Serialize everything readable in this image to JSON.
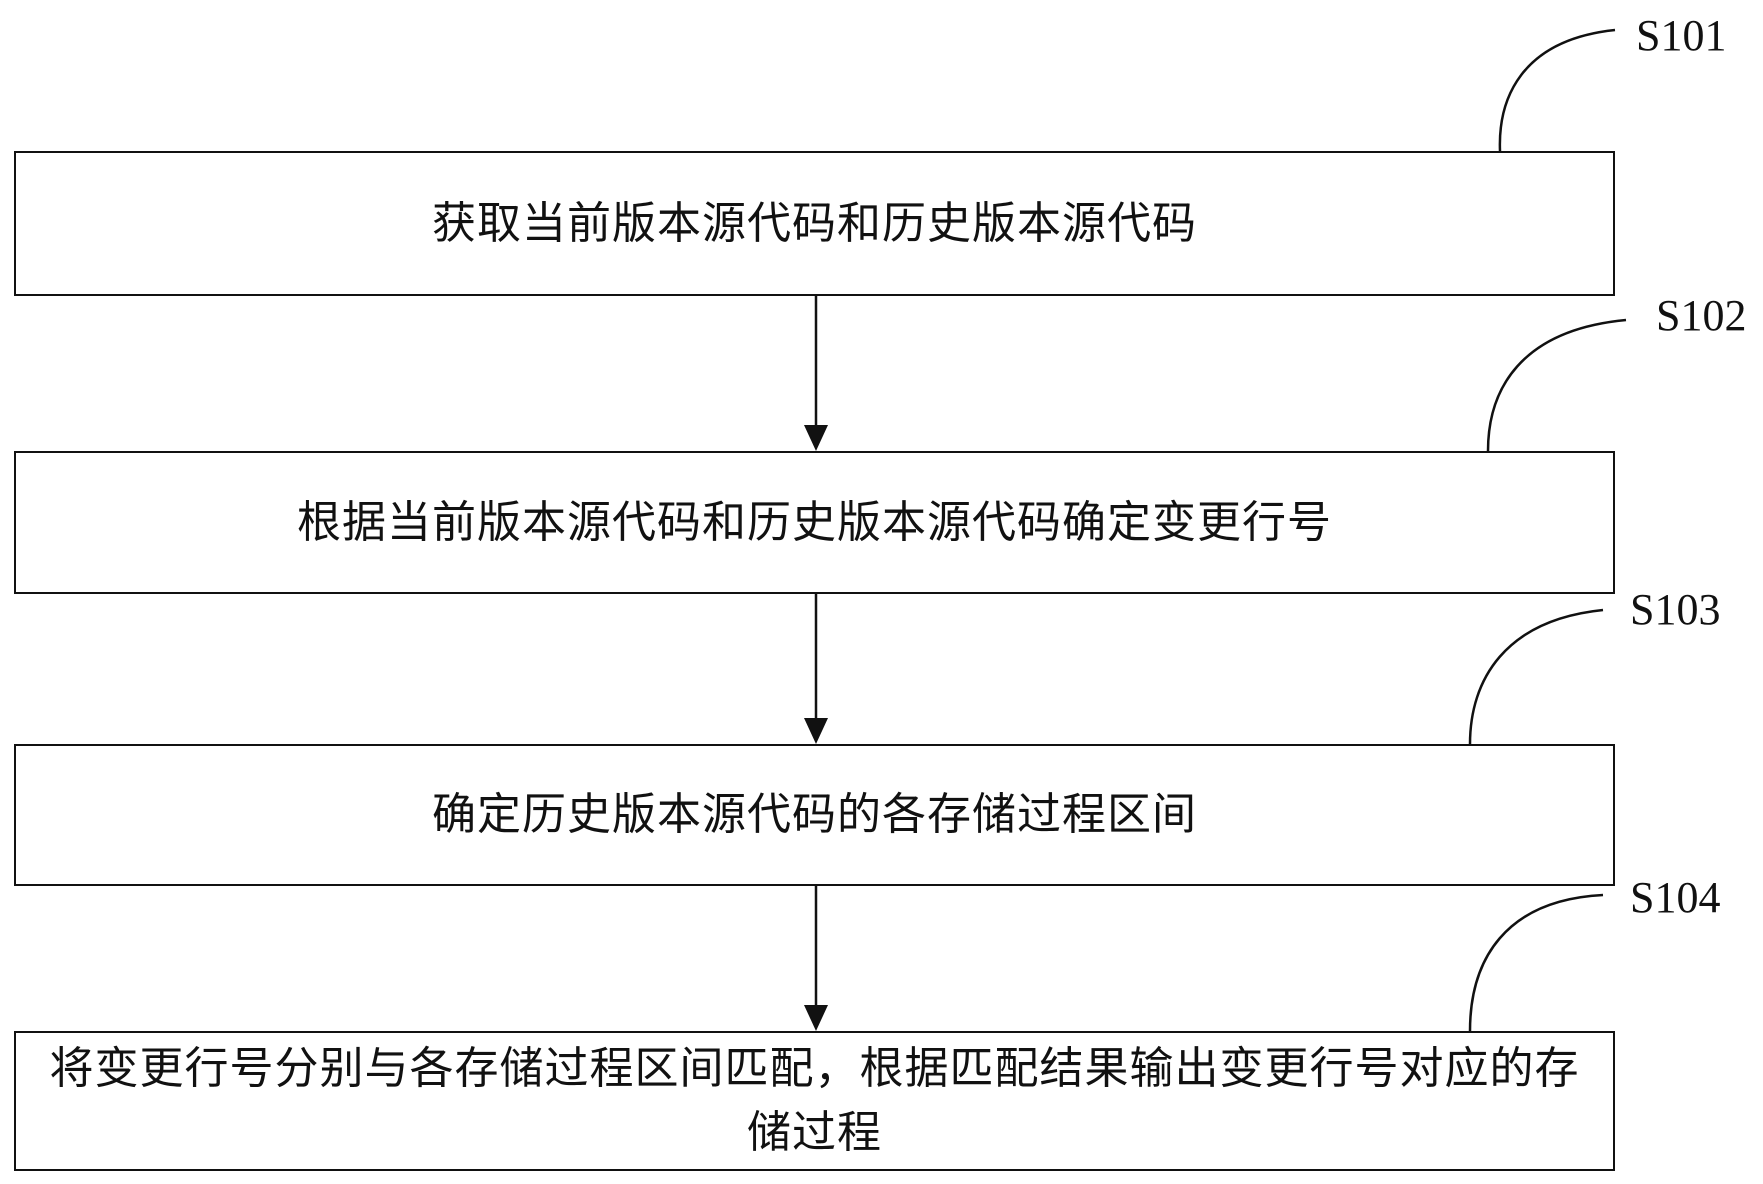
{
  "diagram": {
    "steps": [
      {
        "id": "S101",
        "label": "S101",
        "text": "获取当前版本源代码和历史版本源代码"
      },
      {
        "id": "S102",
        "label": "S102",
        "text": "根据当前版本源代码和历史版本源代码确定变更行号"
      },
      {
        "id": "S103",
        "label": "S103",
        "text": "确定历史版本源代码的各存储过程区间"
      },
      {
        "id": "S104",
        "label": "S104",
        "text": "将变更行号分别与各存储过程区间匹配，根据匹配结果输出变更行号对应的存储过程"
      }
    ],
    "colors": {
      "stroke": "#111111",
      "background": "#ffffff"
    }
  }
}
